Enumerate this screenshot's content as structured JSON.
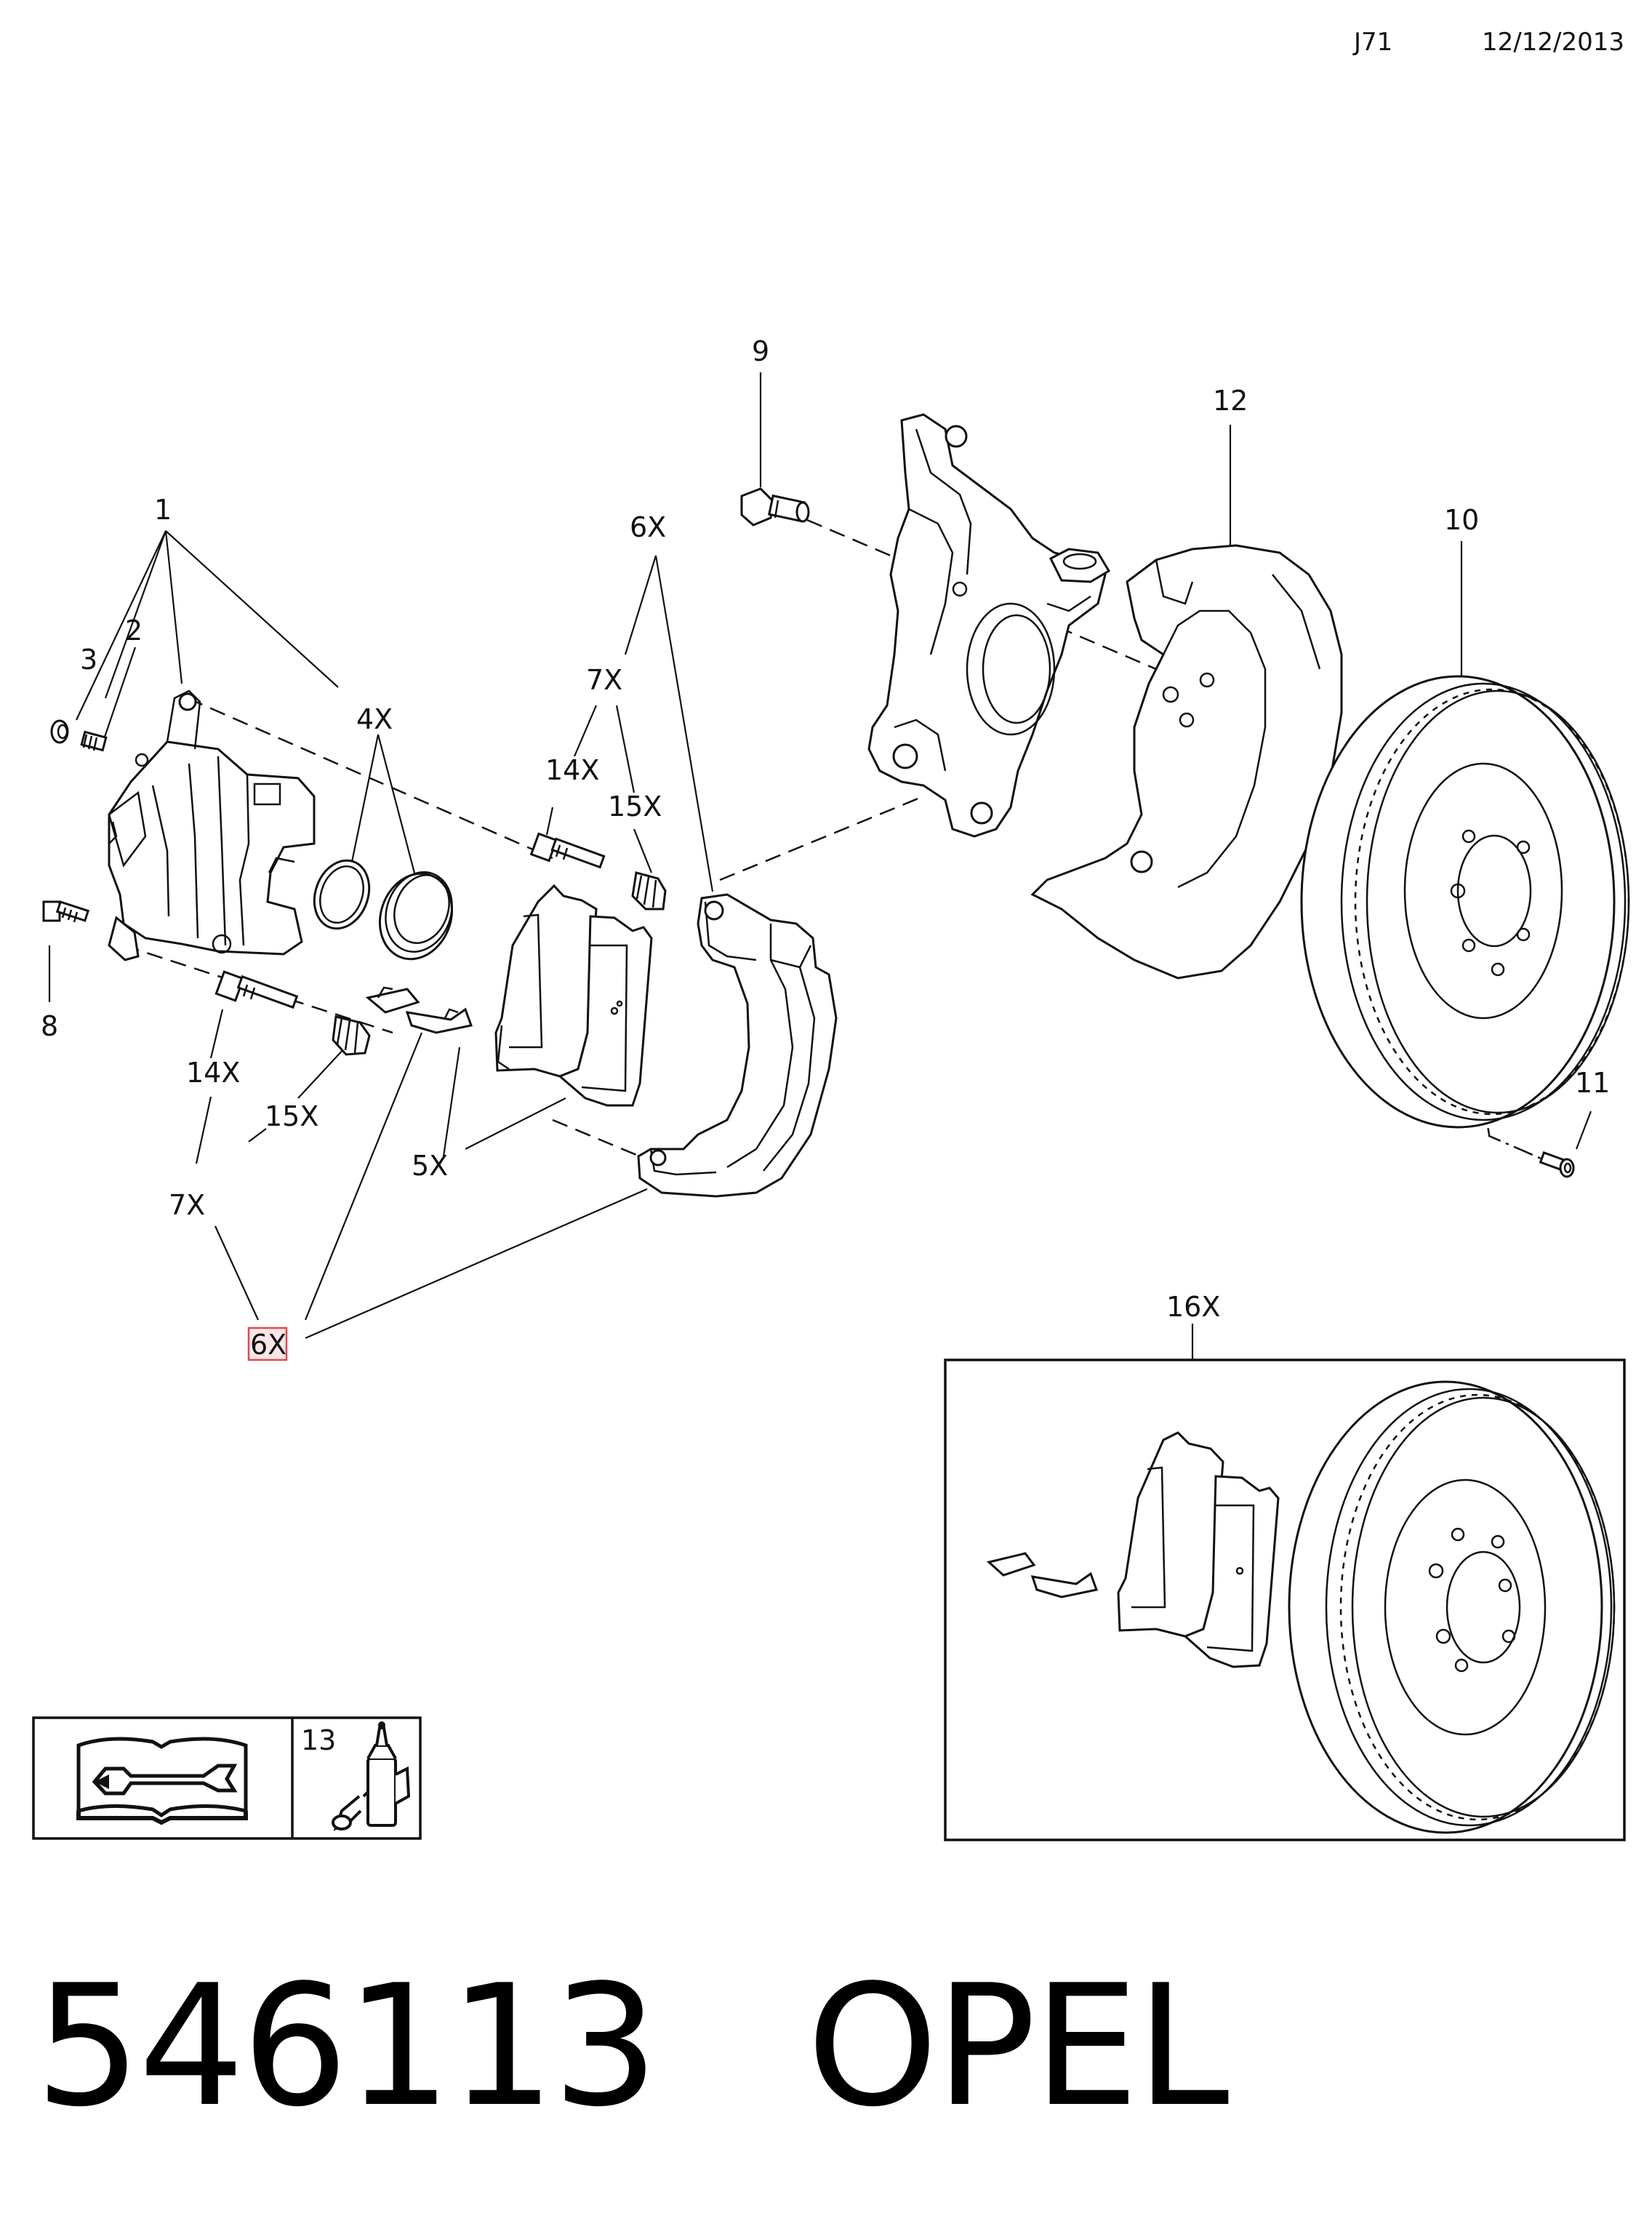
{
  "header": {
    "code": "J71",
    "date": "12/12/2013"
  },
  "callouts": {
    "c1": "1",
    "c2": "2",
    "c3": "3",
    "c4x": "4X",
    "c5x": "5X",
    "c6x_top": "6X",
    "c6x_bottom": "6X",
    "c7x_top": "7X",
    "c7x_bottom": "7X",
    "c8": "8",
    "c9": "9",
    "c10": "10",
    "c11": "11",
    "c12": "12",
    "c13": "13",
    "c14x_top": "14X",
    "c14x_bottom": "14X",
    "c15x_top": "15X",
    "c15x_bottom": "15X",
    "c16x": "16X"
  },
  "footer": {
    "part_number": "546113",
    "brand": "OPEL"
  },
  "icons": {
    "manual": "service-manual-wrench-icon",
    "adhesive": "thread-locker-bottle-icon"
  },
  "highlight_color": "#e04a4a"
}
